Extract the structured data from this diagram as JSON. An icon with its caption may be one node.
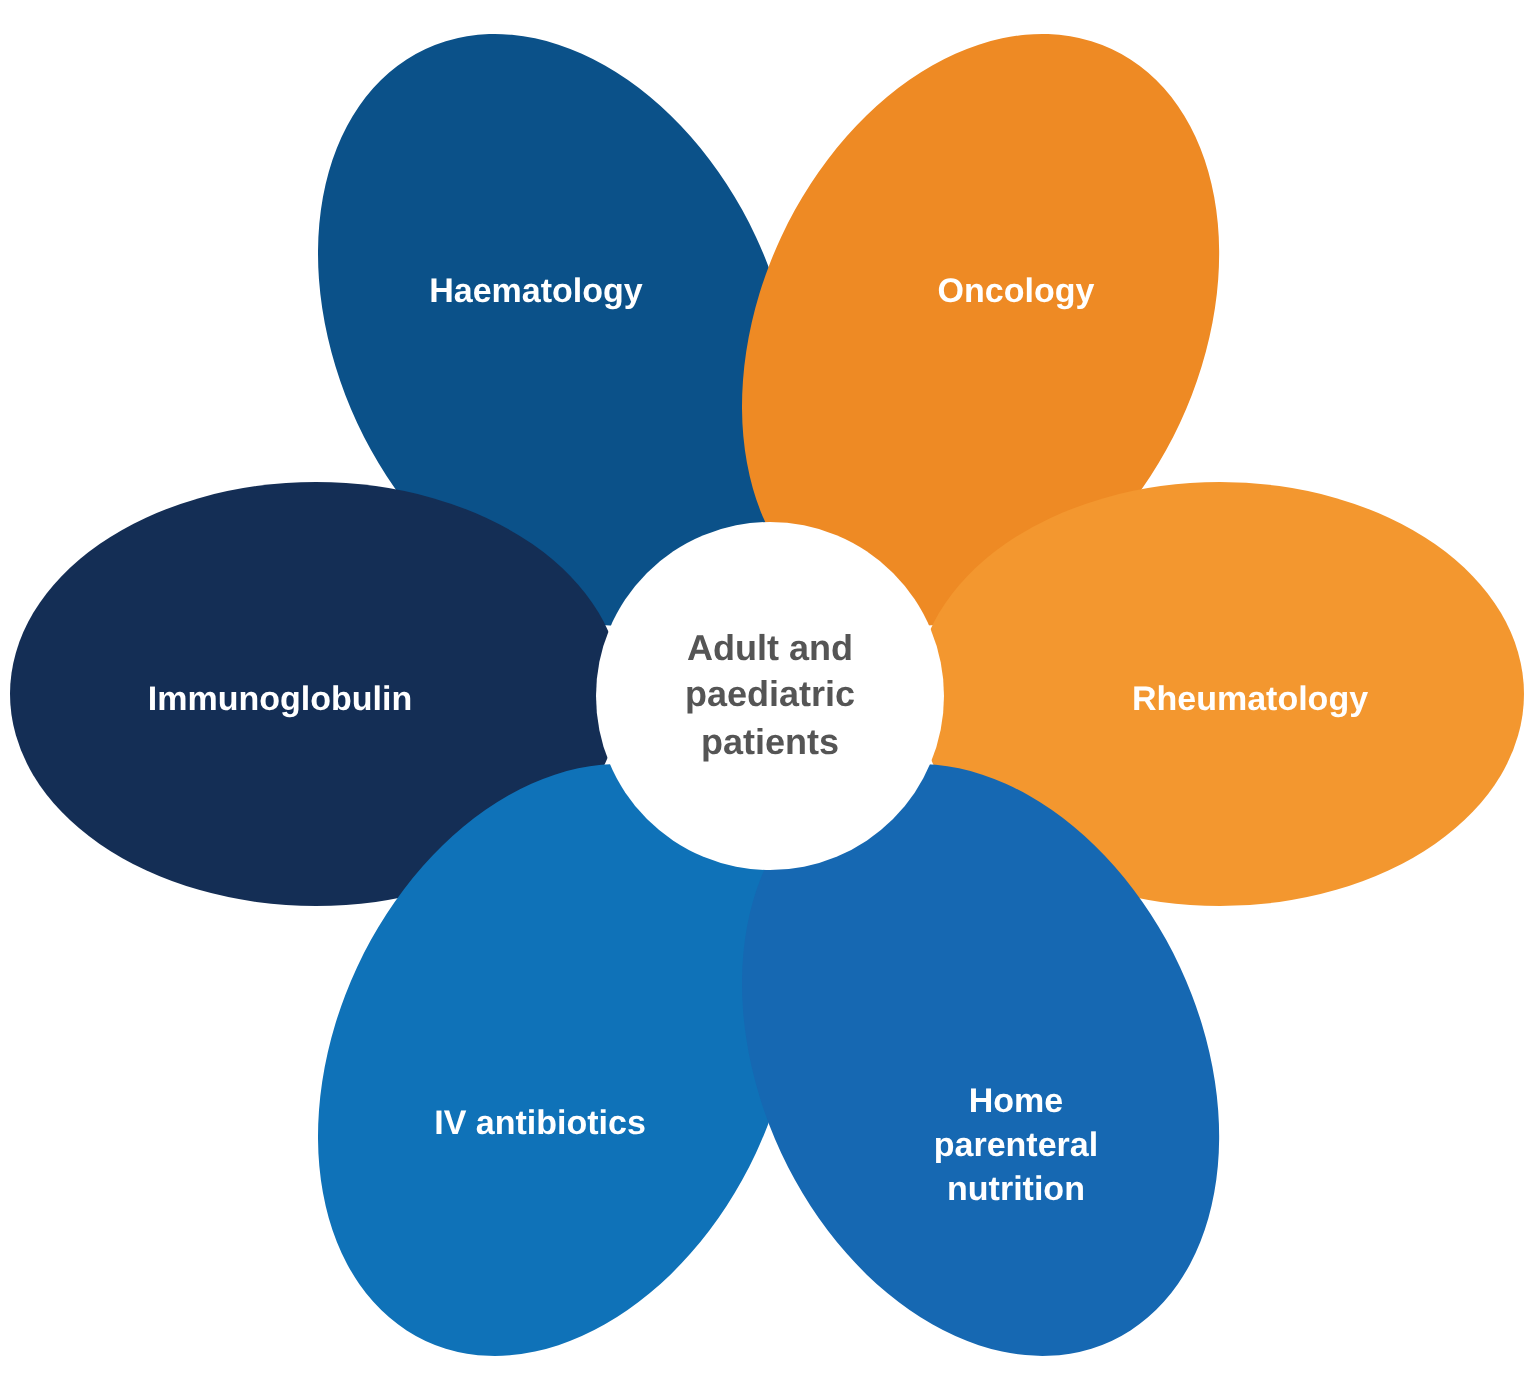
{
  "diagram": {
    "nodes": [
      {
        "text": [
          "Adult and paediatric patients"
        ]
      },
      {
        "text": [
          "Haematology"
        ]
      },
      {
        "text": [
          "Oncology"
        ]
      },
      {
        "text": [
          "Immunoglobulin"
        ]
      },
      {
        "text": [
          "Rheumatology"
        ]
      },
      {
        "text": [
          "IV antibiotics"
        ]
      },
      {
        "text": [
          "Home parenteral nutrition"
        ]
      }
    ]
  }
}
